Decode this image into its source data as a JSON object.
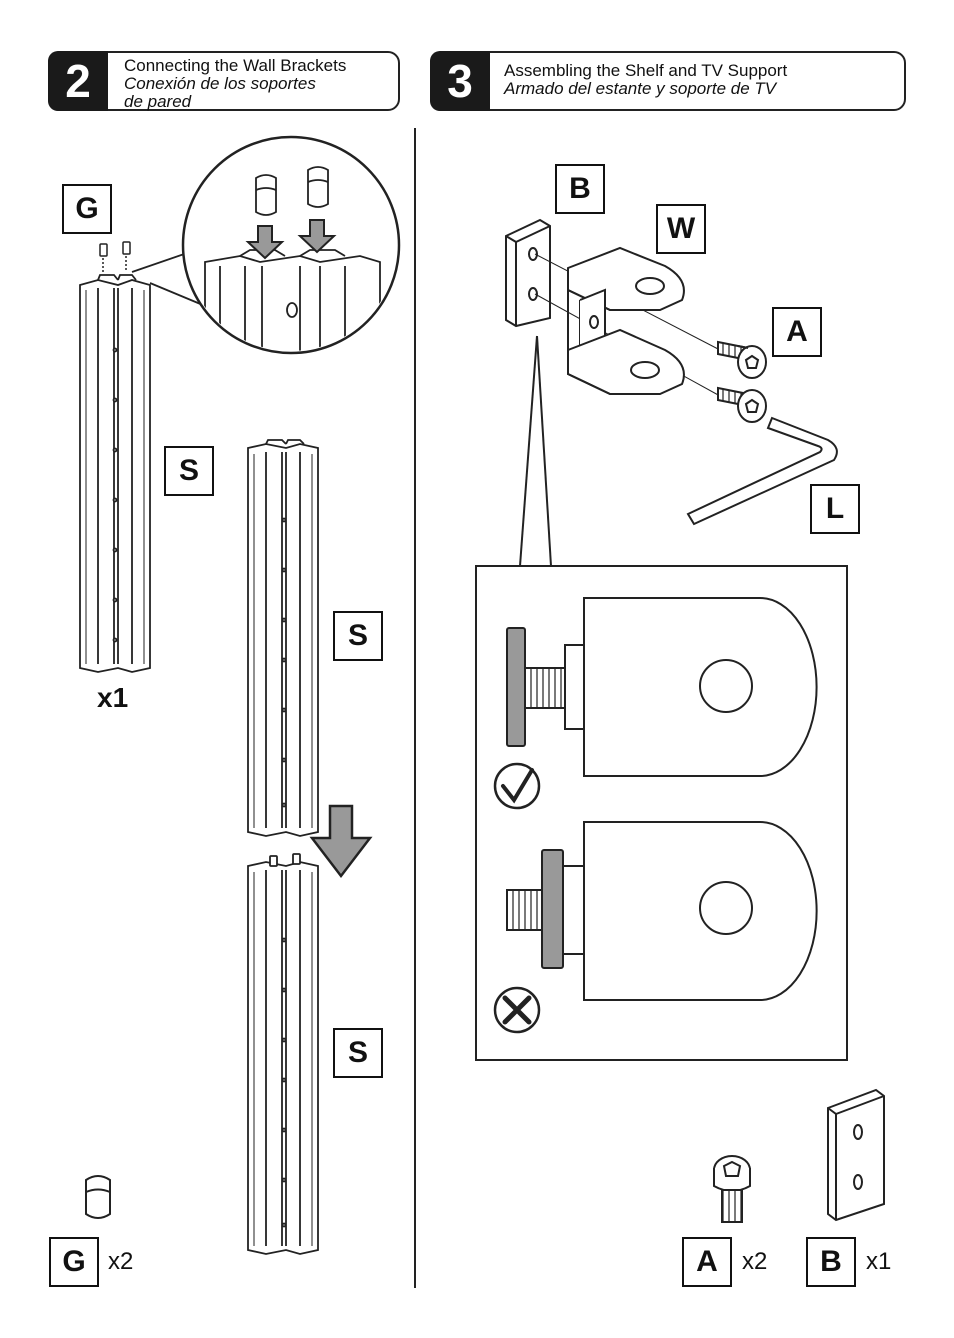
{
  "step2": {
    "number": "2",
    "title_en": "Connecting the Wall Brackets",
    "title_es_line1": "Conexión de los soportes",
    "title_es_line2": "de pared",
    "labels": {
      "g_top": "G",
      "s1": "S",
      "s2": "S",
      "s3": "S",
      "g_bottom": "G"
    },
    "qty_s": "x1",
    "qty_g": "x2"
  },
  "step3": {
    "number": "3",
    "title_en": "Assembling the Shelf and TV Support",
    "title_es": "Armado del estante y soporte de TV",
    "labels": {
      "b": "B",
      "w": "W",
      "a": "A",
      "l": "L",
      "a_bottom": "A",
      "b_bottom": "B"
    },
    "qty_a": "x2",
    "qty_b": "x1"
  },
  "icons": [
    "check-icon",
    "cross-icon",
    "arrow-down-icon"
  ],
  "colors": {
    "ink": "#1a1a1a",
    "gray_fill": "#999999",
    "light_gray": "#dddddd"
  }
}
